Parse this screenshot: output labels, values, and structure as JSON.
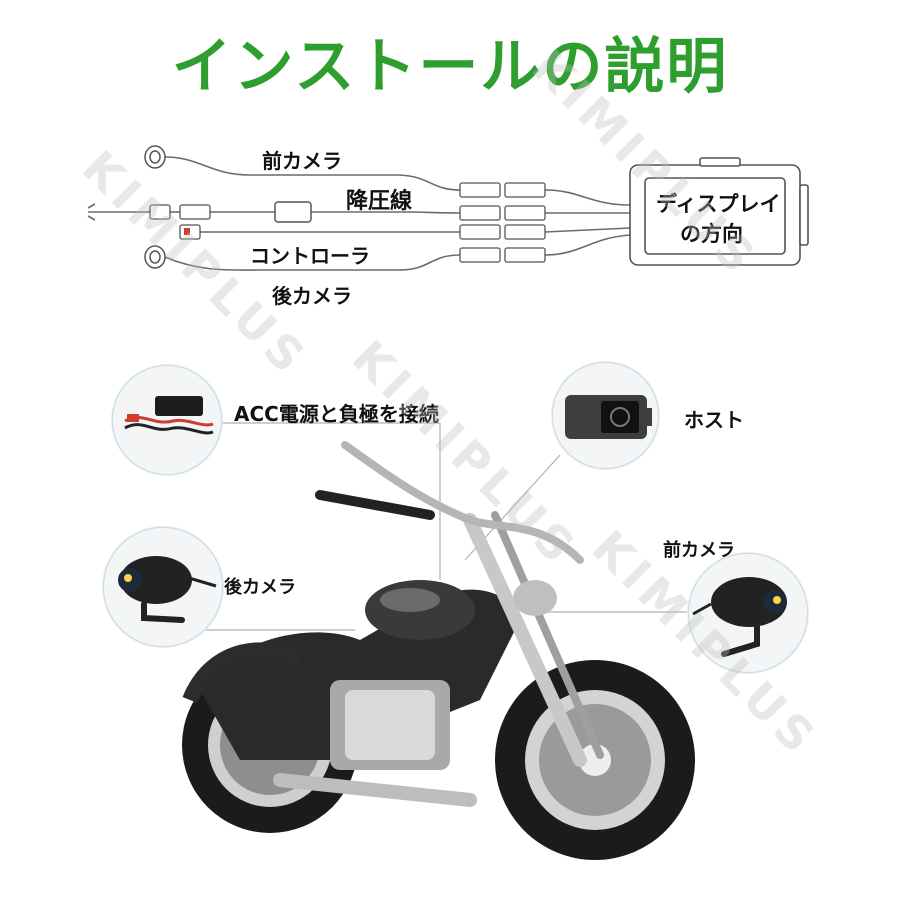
{
  "title": "インストールの説明",
  "diagram": {
    "front_camera": "前カメラ",
    "step_down_wire": "降圧線",
    "controller": "コントローラ",
    "rear_camera": "後カメラ",
    "display_direction": [
      "ディスプレイ",
      "の方向"
    ]
  },
  "photo": {
    "acc": "ACC電源と負極を接続",
    "host": "ホスト",
    "front_camera": "前カメラ",
    "rear_camera": "後カメラ"
  },
  "watermark": "KIMIPLUS",
  "colors": {
    "title": "#2e9e2e",
    "line": "#666666",
    "accent_red": "#d23c2c"
  }
}
